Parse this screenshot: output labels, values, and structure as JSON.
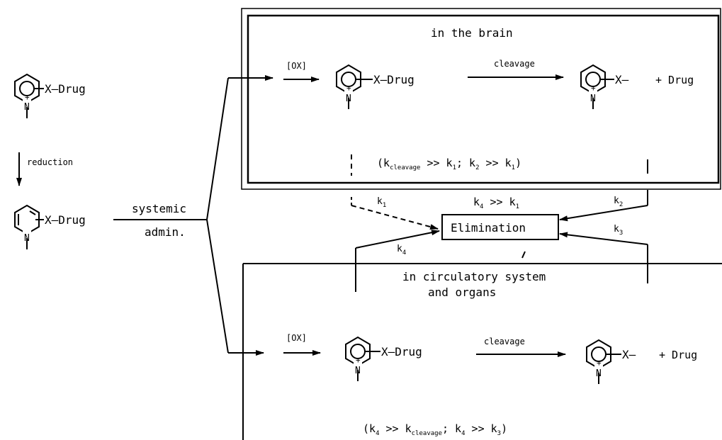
{
  "left_column": {
    "prodrug_label": "X—Drug",
    "reduction_label": "reduction",
    "reduced_label": "X—Drug",
    "systemic_label": "systemic",
    "admin_label": "admin."
  },
  "brain_box": {
    "title": "in the brain",
    "ox_label": "[OX]",
    "cation_label": "X—Drug",
    "cleavage_label": "cleavage",
    "product_label": "X—",
    "plus_drug_label": "+ Drug",
    "rate_condition": {
      "open": "(k",
      "sub1": "cleavage",
      "mid1": " >> k",
      "sub2": "1",
      "mid2": "; k",
      "sub3": "2",
      "mid3": " >> k",
      "sub4": "1",
      "close": ")"
    }
  },
  "elimination": {
    "label": "Elimination",
    "k1": "k",
    "k1_sub": "1",
    "k2": "k",
    "k2_sub": "2",
    "k3": "k",
    "k3_sub": "3",
    "k4": "k",
    "k4_sub": "4",
    "relation": {
      "a": "k",
      "a_sub": "4",
      "op": " >> ",
      "b": "k",
      "b_sub": "1"
    }
  },
  "circulatory_box": {
    "title_line1": "in circulatory system",
    "title_line2": "and organs",
    "ox_label": "[OX]",
    "cation_label": "X—Drug",
    "cleavage_label": "cleavage",
    "product_label": "X—",
    "plus_drug_label": "+ Drug",
    "rate_condition": {
      "open": "(k",
      "sub1": "4",
      "mid1": " >> k",
      "sub2": "cleavage",
      "mid2": "; k",
      "sub3": "4",
      "mid3": " >> k",
      "sub4": "3",
      "close": ")"
    }
  },
  "ring_atoms": {
    "nitrogen": "N",
    "plus": "+"
  }
}
